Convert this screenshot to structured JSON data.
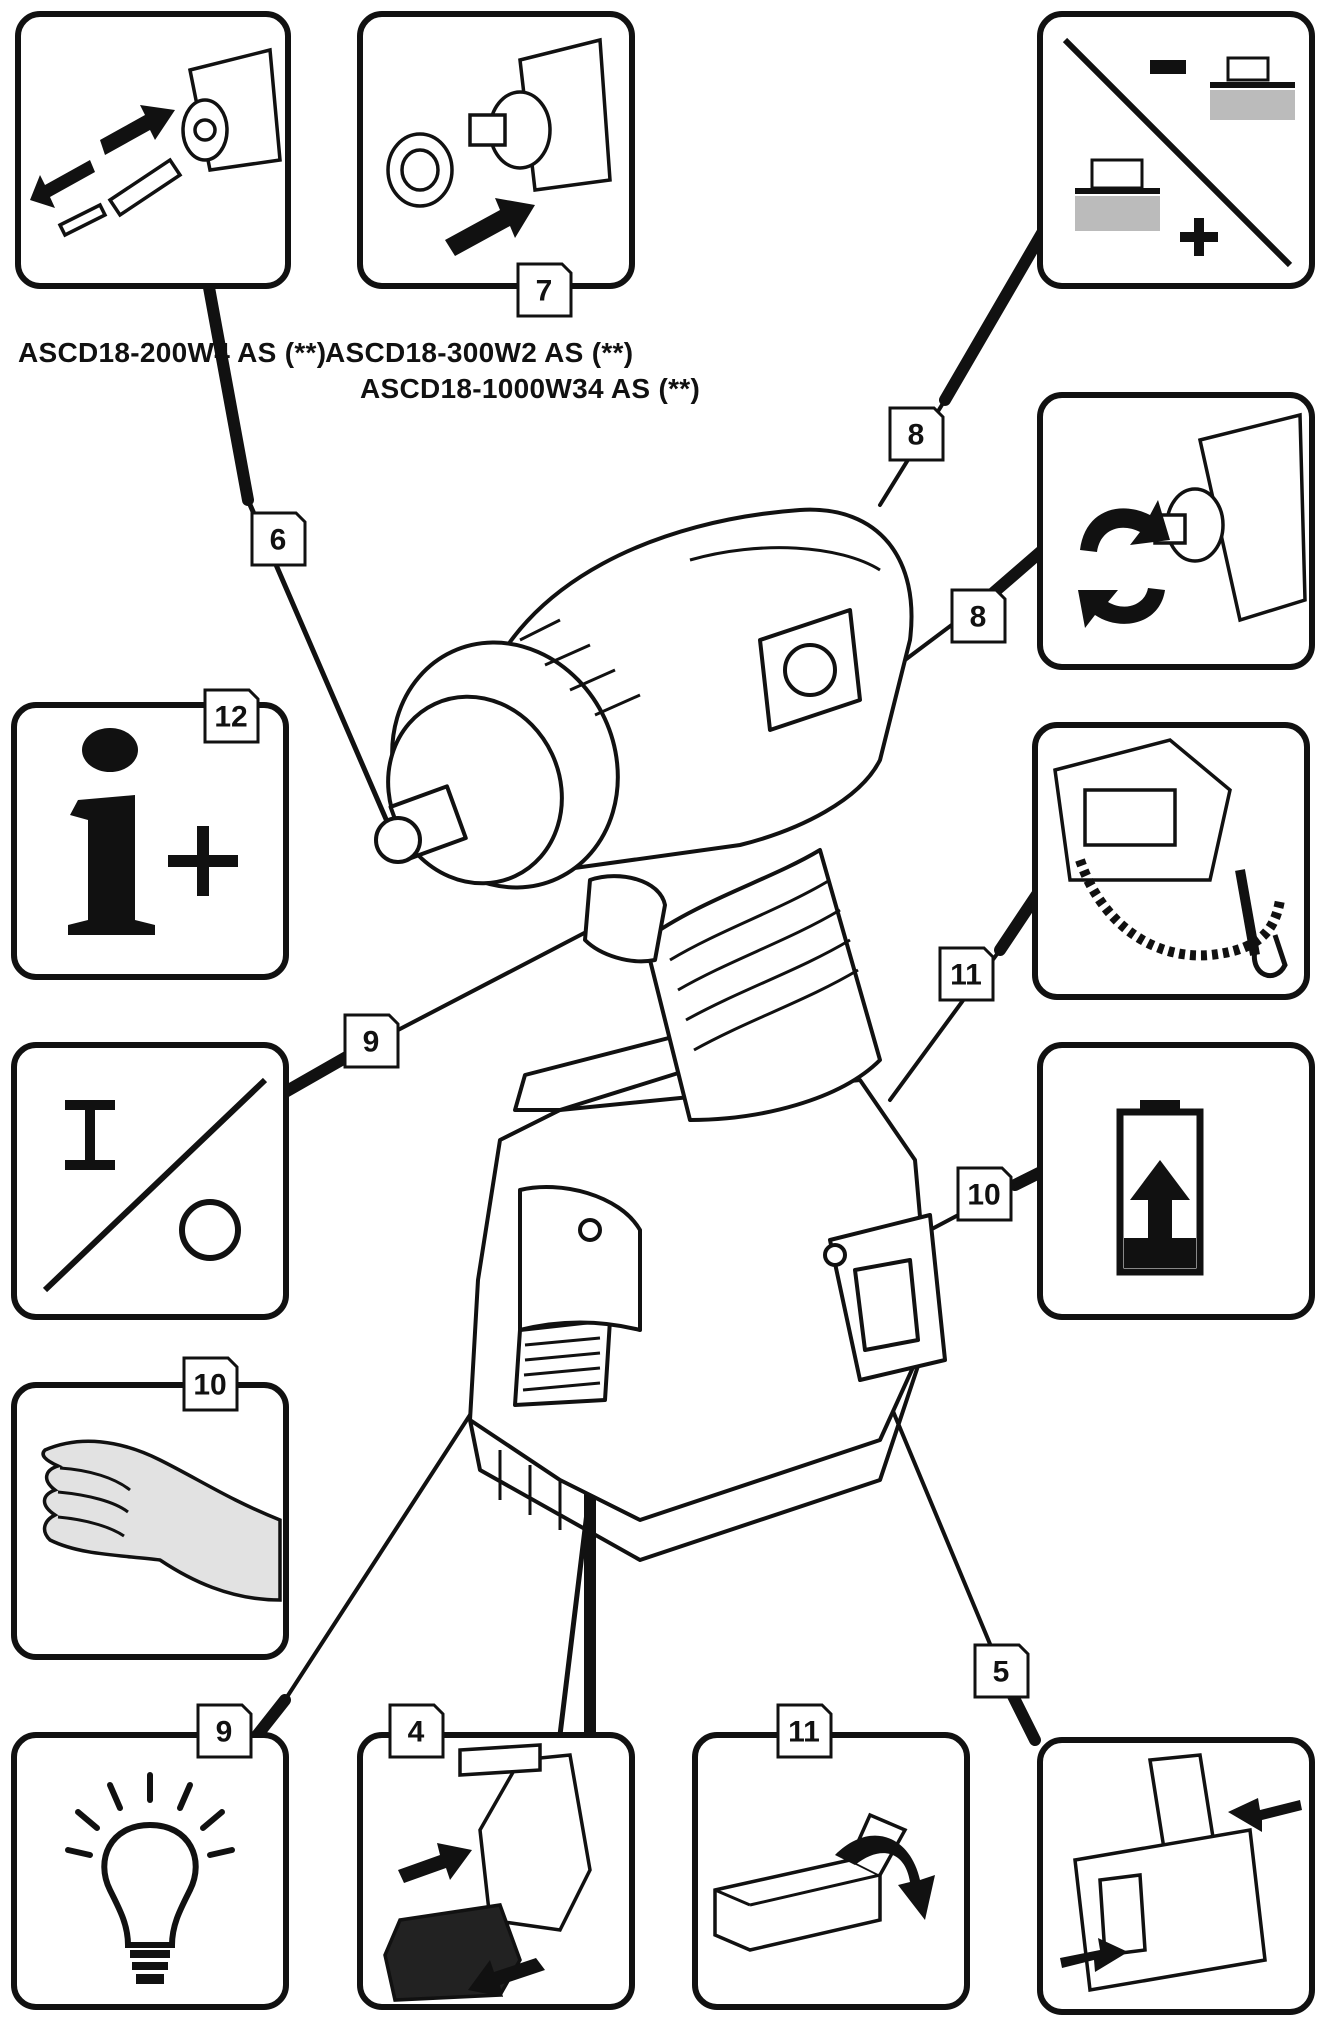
{
  "models": [
    "ASCD18-200W4 AS (**)",
    "ASCD18-300W2 AS (**)",
    "ASCD18-1000W34 AS (**)"
  ],
  "callouts": {
    "c4": "4",
    "c5": "5",
    "c6": "6",
    "c7": "7",
    "c8a": "8",
    "c8b": "8",
    "c9a": "9",
    "c9b": "9",
    "c10a": "10",
    "c10b": "10",
    "c11a": "11",
    "c11b": "11",
    "c12": "12"
  },
  "panels": {
    "speed_minus": "–",
    "speed_plus": "+",
    "info_plus": "+",
    "switch_on": "I"
  },
  "colors": {
    "ink": "#111111",
    "panel_border": "#111111",
    "background": "#ffffff"
  }
}
